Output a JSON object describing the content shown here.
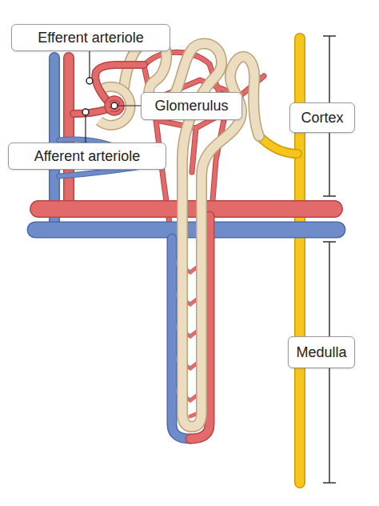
{
  "diagram": {
    "nodes": [
      {
        "text": [
          "Efferent arteriole"
        ]
      },
      {
        "text": [
          "Glomerulus"
        ]
      },
      {
        "text": [
          "Cortex"
        ]
      },
      {
        "text": [
          "Afferent arteriole"
        ]
      },
      {
        "text": [
          "Medulla"
        ]
      }
    ]
  }
}
